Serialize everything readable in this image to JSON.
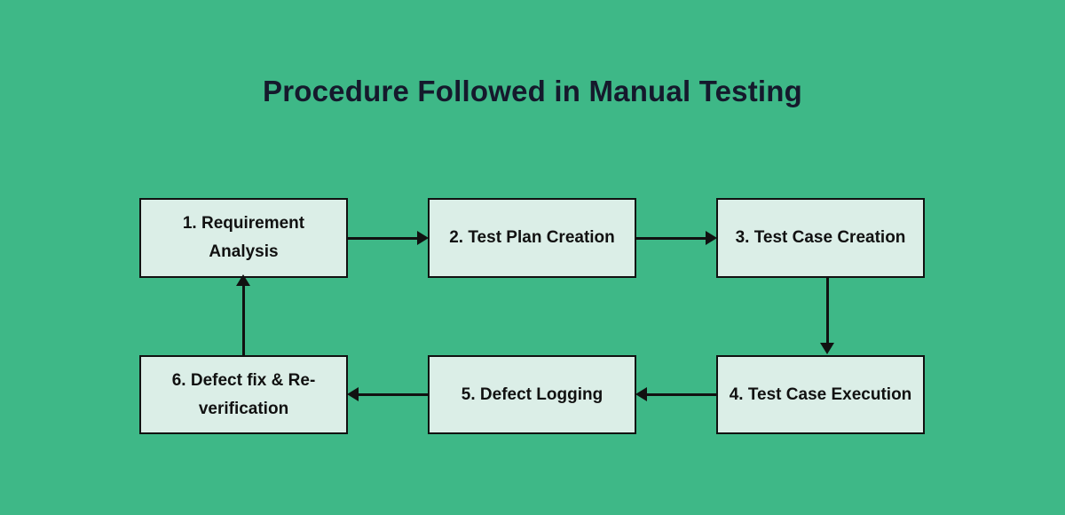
{
  "title": "Procedure Followed in Manual Testing",
  "colors": {
    "background": "#3EB887",
    "node_fill": "#DBEEE7",
    "node_border": "#111111",
    "title_text": "#15192C",
    "node_text": "#111111",
    "connector": "#111111"
  },
  "diagram": {
    "type": "flowchart",
    "shape": "cycle",
    "nodes": [
      {
        "id": "step-1",
        "label": "1. Requirement Analysis"
      },
      {
        "id": "step-2",
        "label": "2. Test Plan Creation"
      },
      {
        "id": "step-3",
        "label": "3. Test Case Creation"
      },
      {
        "id": "step-4",
        "label": "4. Test Case Execution"
      },
      {
        "id": "step-5",
        "label": "5. Defect Logging"
      },
      {
        "id": "step-6",
        "label": "6. Defect fix & Re-verification"
      }
    ],
    "edges": [
      {
        "from": "step-1",
        "to": "step-2",
        "direction": "right"
      },
      {
        "from": "step-2",
        "to": "step-3",
        "direction": "right"
      },
      {
        "from": "step-3",
        "to": "step-4",
        "direction": "down"
      },
      {
        "from": "step-4",
        "to": "step-5",
        "direction": "left"
      },
      {
        "from": "step-5",
        "to": "step-6",
        "direction": "left"
      },
      {
        "from": "step-6",
        "to": "step-1",
        "direction": "up"
      }
    ]
  }
}
